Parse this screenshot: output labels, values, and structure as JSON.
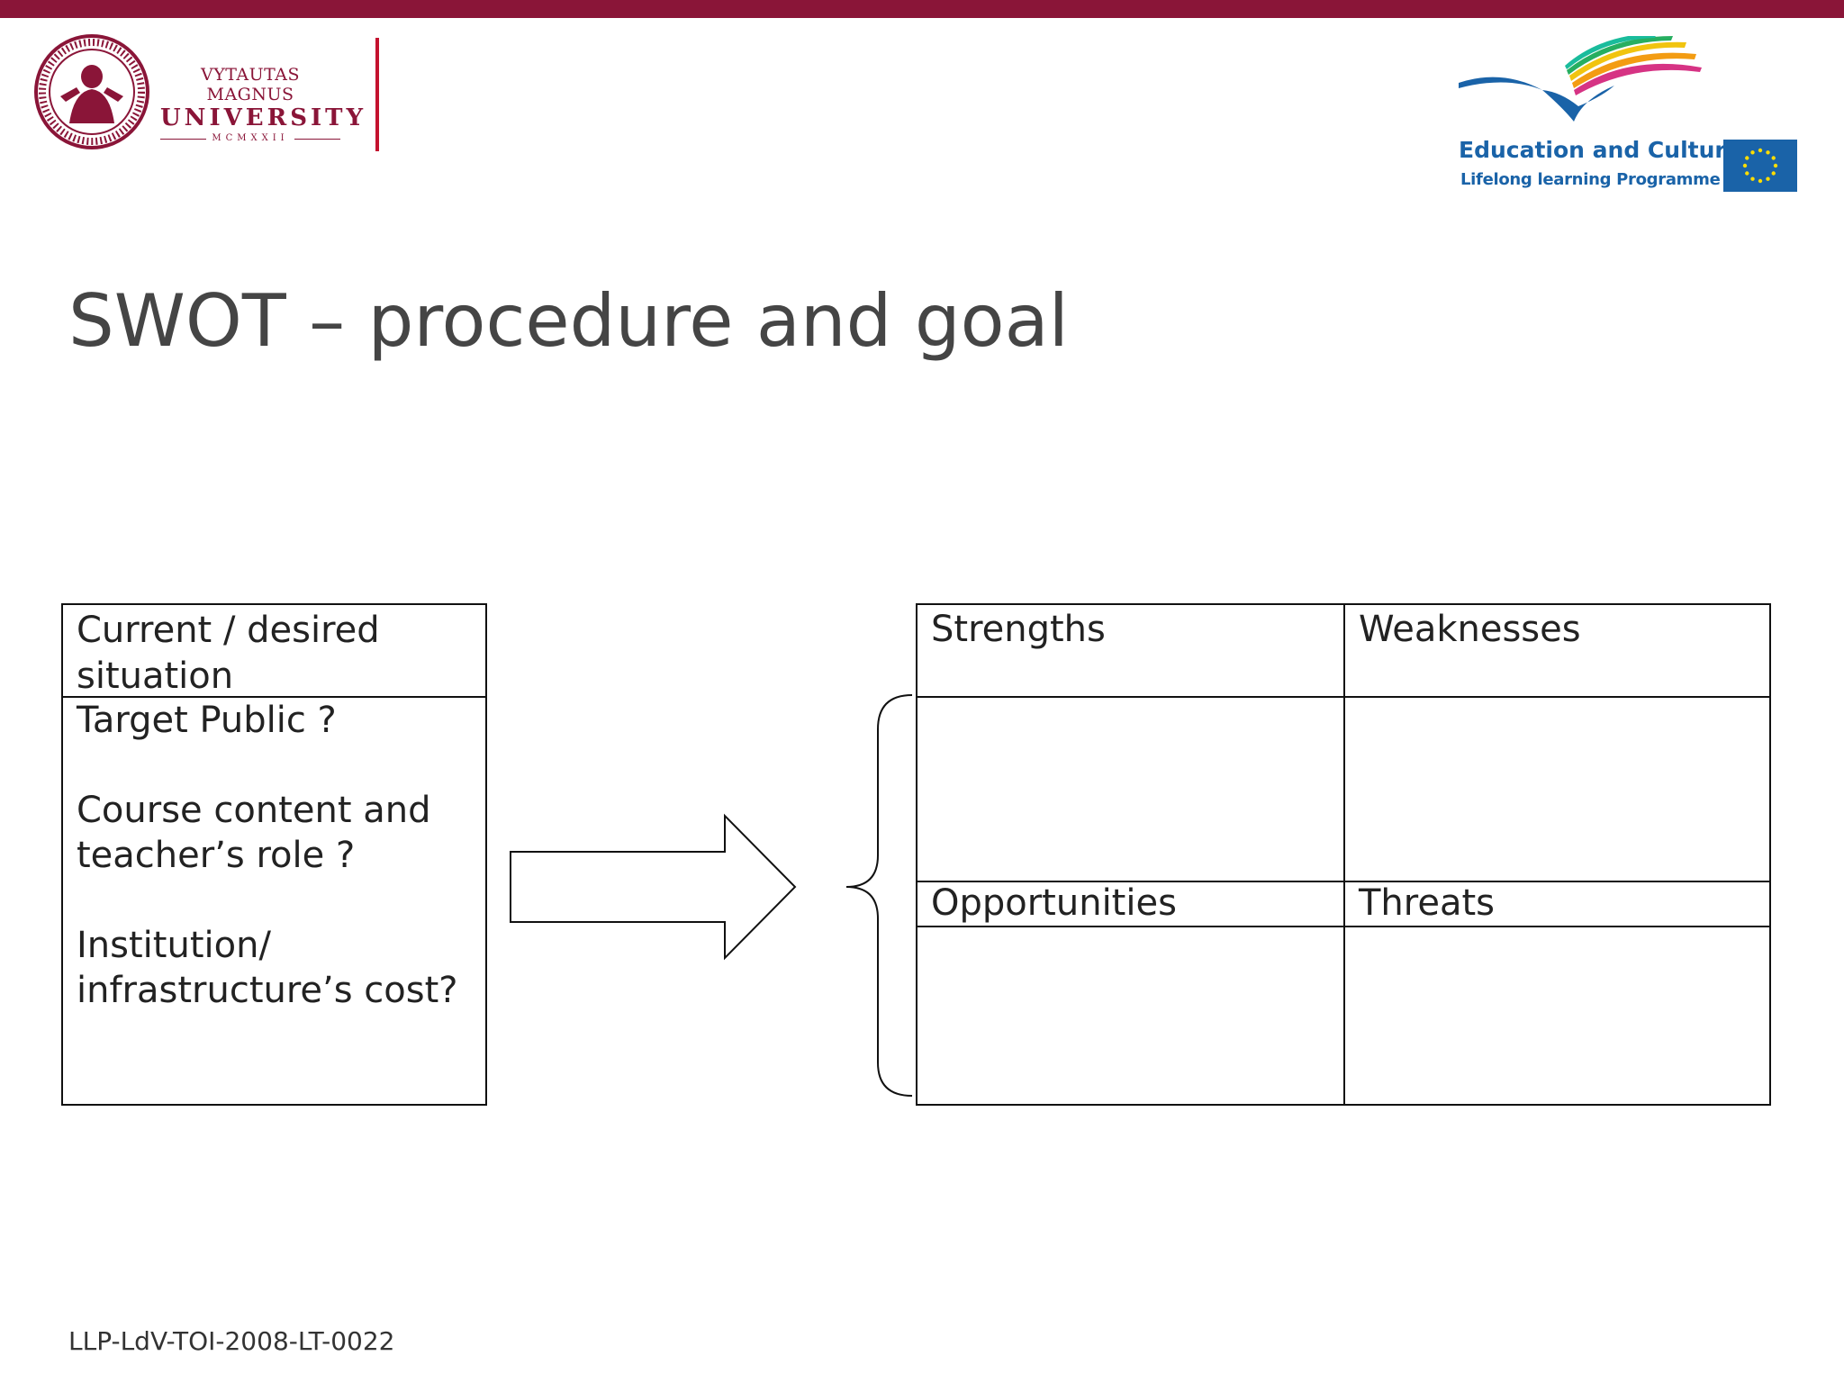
{
  "header": {
    "university": {
      "line1": "VYTAUTAS MAGNUS",
      "line2": "UNIVERSITY",
      "line3": "MCMXXII",
      "seal_icon": "university-seal-icon"
    },
    "programme": {
      "line1": "Education and Culture",
      "line2": "Lifelong learning Programme",
      "flag_icon": "eu-flag-icon"
    }
  },
  "slide": {
    "title": "SWOT – procedure and goal",
    "left_box": {
      "header": [
        "Current / desired",
        "situation"
      ],
      "questions": [
        [
          "Target Public ?"
        ],
        [
          "Course content and",
          "teacher’s role ?"
        ],
        [
          "Institution/",
          "infrastructure’s cost?"
        ]
      ]
    },
    "swot": {
      "strengths": "Strengths",
      "weaknesses": "Weaknesses",
      "opportunities": "Opportunities",
      "threats": "Threats"
    }
  },
  "footer": {
    "project_code": "LLP-LdV-TOI-2008-LT-0022"
  },
  "colors": {
    "brand_bar": "#8a1538",
    "eu_blue": "#1a63a8",
    "title_gray": "#454545"
  }
}
